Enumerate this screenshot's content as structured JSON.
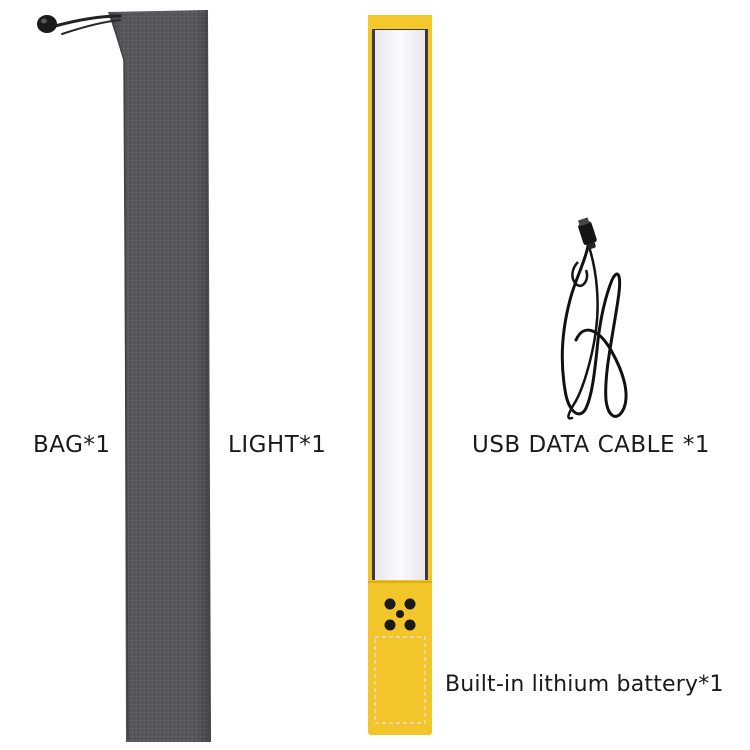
{
  "labels": {
    "bag": "BAG*1",
    "light": "LIGHT*1",
    "cable": "USB DATA CABLE *1",
    "battery": "Built-in lithium battery*1"
  },
  "colors": {
    "background": "#ffffff",
    "bag_fabric": "#56565b",
    "light_body": "#f2c52a",
    "light_panel": "#f4f4f6",
    "cable": "#111111"
  },
  "icons": [
    "drawstring-icon",
    "control-buttons-icon",
    "usb-plug-icon"
  ]
}
